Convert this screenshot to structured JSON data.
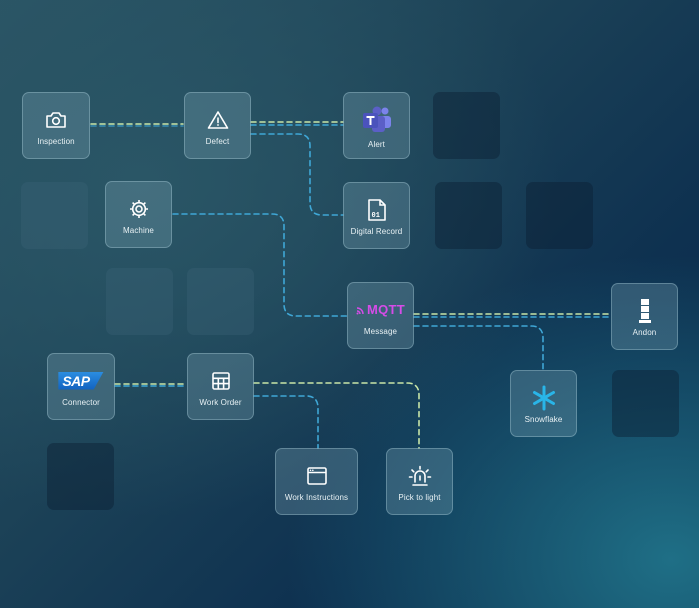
{
  "nodes": {
    "inspection": {
      "label": "Inspection",
      "icon": "camera-icon"
    },
    "defect": {
      "label": "Defect",
      "icon": "warning-icon"
    },
    "alert": {
      "label": "Alert",
      "icon": "teams-icon"
    },
    "machine": {
      "label": "Machine",
      "icon": "gear-icon"
    },
    "digital_record": {
      "label": "Digital Record",
      "icon": "file-icon"
    },
    "message": {
      "label": "Message",
      "icon": "mqtt-logo",
      "logo_text": "MQTT"
    },
    "andon": {
      "label": "Andon",
      "icon": "stack-light-icon"
    },
    "connector": {
      "label": "Connector",
      "icon": "sap-logo",
      "logo_text": "SAP"
    },
    "work_order": {
      "label": "Work Order",
      "icon": "table-icon"
    },
    "snowflake": {
      "label": "Snowflake",
      "icon": "snowflake-icon"
    },
    "work_instructions": {
      "label": "Work Instructions",
      "icon": "browser-window-icon"
    },
    "pick_to_light": {
      "label": "Pick to light",
      "icon": "beacon-light-icon"
    }
  },
  "colors": {
    "wire_blue": "#3fa7d6",
    "wire_green": "#c9e6a8",
    "mqtt": "#d64ce8",
    "teams": "#5b5fc7",
    "snowflake": "#29b5e8",
    "sap": "#1f7bd6"
  }
}
